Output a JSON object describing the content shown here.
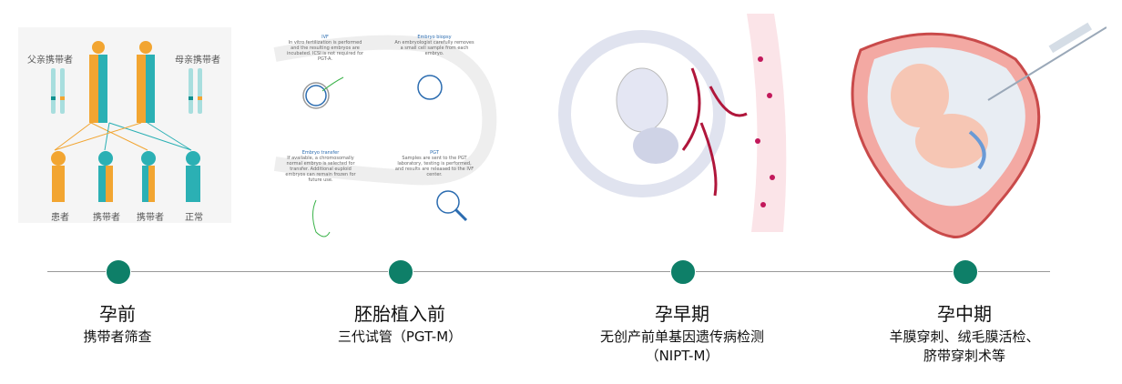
{
  "colors": {
    "accent": "#0e7f68",
    "orange": "#f2a531",
    "teal": "#2bb0b4",
    "line": "#999999"
  },
  "illustration_carrier": {
    "father_label": "父亲携带者",
    "mother_label": "母亲携带者",
    "children": [
      "患者",
      "携带者",
      "携带者",
      "正常"
    ]
  },
  "illustration_pgt": {
    "steps": [
      {
        "title": "IVF",
        "text": "In vitro fertilization is performed and the resulting embryos are incubated. ICSI is not required for PGT-A."
      },
      {
        "title": "Embryo biopsy",
        "text": "An embryologist carefully removes a small cell sample from each embryo."
      },
      {
        "title": "PGT",
        "text": "Samples are sent to the PGT laboratory, testing is performed, and results are released to the IVF center."
      },
      {
        "title": "Embryo transfer",
        "text": "If available, a chromosomally normal embryo is selected for transfer. Additional euploid embryos can remain frozen for future use."
      }
    ]
  },
  "stages": [
    {
      "title": "孕前",
      "sub": [
        "携带者筛查"
      ]
    },
    {
      "title": "胚胎植入前",
      "sub": [
        "三代试管（PGT-M）"
      ]
    },
    {
      "title": "孕早期",
      "sub": [
        "无创产前单基因遗传病检测",
        "（NIPT-M）"
      ]
    },
    {
      "title": "孕中期",
      "sub": [
        "羊膜穿刺、绒毛膜活检、",
        "脐带穿刺术等"
      ]
    }
  ]
}
